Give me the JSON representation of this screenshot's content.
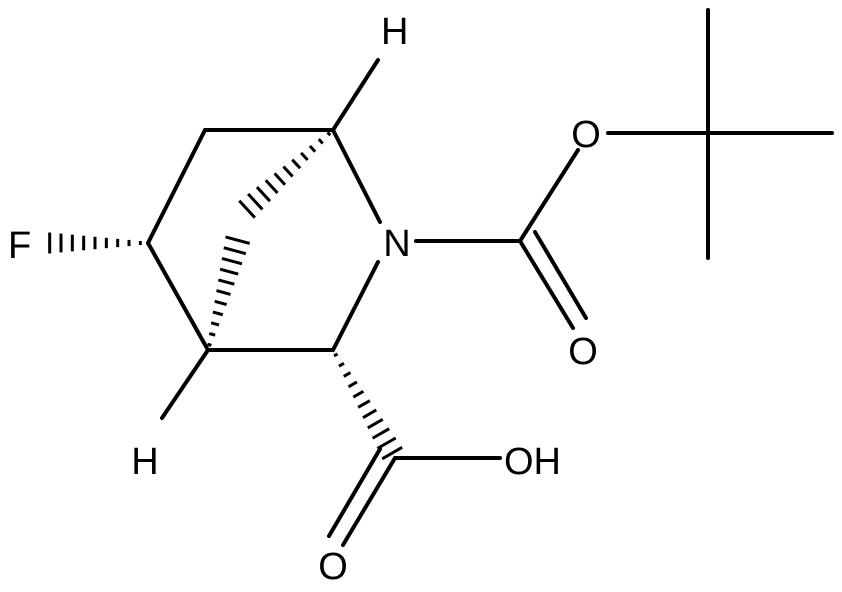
{
  "molecule": {
    "atoms": {
      "h_top": "H",
      "h_bottom": "H",
      "fluorine": "F",
      "nitrogen": "N",
      "ester_oxygen": "O",
      "carbonyl_oxygen_boc": "O",
      "hydroxyl": "OH",
      "carbonyl_oxygen_acid": "O"
    },
    "colors": {
      "ink": "#000000",
      "background": "#ffffff"
    }
  }
}
